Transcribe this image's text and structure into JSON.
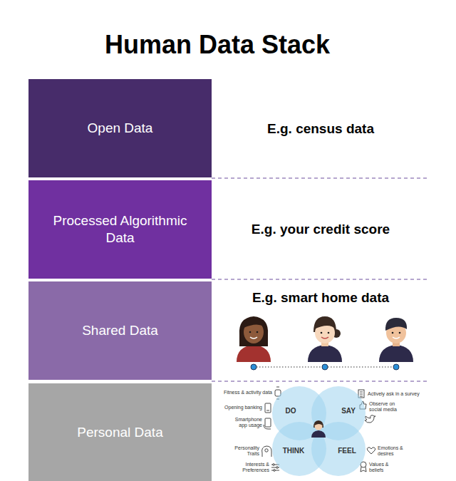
{
  "diagram": {
    "title": "Human Data Stack",
    "nodes": [
      {
        "text": [
          "Open Data"
        ]
      },
      {
        "text": [
          "Processed Algorithmic Data"
        ]
      },
      {
        "text": [
          "Shared Data"
        ]
      },
      {
        "text": [
          "Personal Data"
        ]
      },
      {
        "text": [
          "DO"
        ]
      },
      {
        "text": [
          "SAY"
        ]
      },
      {
        "text": [
          "THINK"
        ]
      },
      {
        "text": [
          "FEEL"
        ]
      }
    ],
    "labels": [
      "E.g. census data",
      "E.g. your credit score",
      "E.g. smart home data",
      "Fitness & activity data",
      "Opening banking",
      "Smartphone app usage",
      "Personality Traits",
      "Interests & Preferences",
      "Actively ask in a survey",
      "Observe on social media",
      "Emotions & desires",
      "Values & beliefs"
    ]
  }
}
